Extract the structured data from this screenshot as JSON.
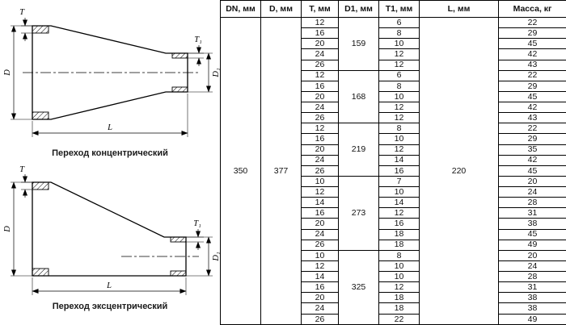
{
  "drawings": {
    "concentric": {
      "caption": "Переход концентрический",
      "labels": {
        "T": "T",
        "T1": "T₁",
        "D": "D",
        "D1": "D₁",
        "L": "L"
      }
    },
    "eccentric": {
      "caption": "Переход эксцентрический",
      "labels": {
        "T": "T",
        "T1": "T₁",
        "D": "D",
        "D1": "D₁",
        "L": "L"
      }
    }
  },
  "table": {
    "headers": [
      "DN, мм",
      "D, мм",
      "T, мм",
      "D1, мм",
      "T1, мм",
      "L, мм",
      "Масса, кг"
    ],
    "dn": "350",
    "d": "377",
    "l": "220",
    "groups": [
      {
        "d1": "159",
        "rows": [
          {
            "t": "12",
            "t1": "6",
            "mass": "22"
          },
          {
            "t": "16",
            "t1": "8",
            "mass": "29"
          },
          {
            "t": "20",
            "t1": "10",
            "mass": "45"
          },
          {
            "t": "24",
            "t1": "12",
            "mass": "42"
          },
          {
            "t": "26",
            "t1": "12",
            "mass": "43"
          }
        ]
      },
      {
        "d1": "168",
        "rows": [
          {
            "t": "12",
            "t1": "6",
            "mass": "22"
          },
          {
            "t": "16",
            "t1": "8",
            "mass": "29"
          },
          {
            "t": "20",
            "t1": "10",
            "mass": "45"
          },
          {
            "t": "24",
            "t1": "12",
            "mass": "42"
          },
          {
            "t": "26",
            "t1": "12",
            "mass": "43"
          }
        ]
      },
      {
        "d1": "219",
        "rows": [
          {
            "t": "12",
            "t1": "8",
            "mass": "22"
          },
          {
            "t": "16",
            "t1": "10",
            "mass": "29"
          },
          {
            "t": "20",
            "t1": "12",
            "mass": "35"
          },
          {
            "t": "24",
            "t1": "14",
            "mass": "42"
          },
          {
            "t": "26",
            "t1": "16",
            "mass": "45"
          }
        ]
      },
      {
        "d1": "273",
        "rows": [
          {
            "t": "10",
            "t1": "7",
            "mass": "20"
          },
          {
            "t": "12",
            "t1": "10",
            "mass": "24"
          },
          {
            "t": "14",
            "t1": "14",
            "mass": "28"
          },
          {
            "t": "16",
            "t1": "12",
            "mass": "31"
          },
          {
            "t": "20",
            "t1": "16",
            "mass": "38"
          },
          {
            "t": "24",
            "t1": "18",
            "mass": "45"
          },
          {
            "t": "26",
            "t1": "18",
            "mass": "49"
          }
        ]
      },
      {
        "d1": "325",
        "rows": [
          {
            "t": "10",
            "t1": "8",
            "mass": "20"
          },
          {
            "t": "12",
            "t1": "10",
            "mass": "24"
          },
          {
            "t": "14",
            "t1": "10",
            "mass": "28"
          },
          {
            "t": "16",
            "t1": "12",
            "mass": "31"
          },
          {
            "t": "20",
            "t1": "18",
            "mass": "38"
          },
          {
            "t": "24",
            "t1": "18",
            "mass": "38"
          },
          {
            "t": "26",
            "t1": "22",
            "mass": "49"
          }
        ]
      }
    ]
  }
}
